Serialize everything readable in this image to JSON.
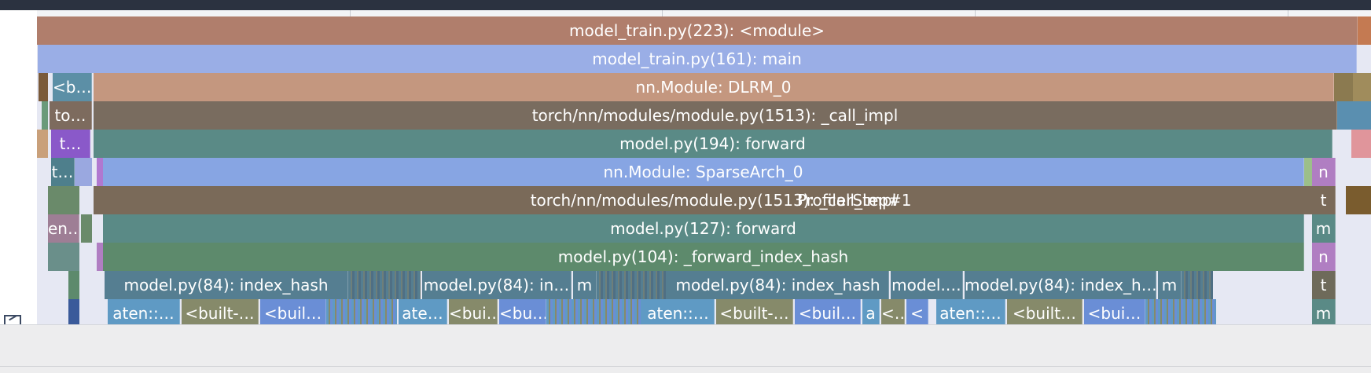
{
  "window": {
    "theme_colors": {
      "topbar": "#2b3240",
      "panel": "#ededee",
      "background": "#e6e8f3"
    }
  },
  "flamegraph": {
    "rows": [
      {
        "depth": 0,
        "frames": [
          {
            "label": "model_train.py(223): <module>",
            "color": "#b07e6c"
          }
        ]
      },
      {
        "depth": 1,
        "frames": [
          {
            "label": "model_train.py(161): main",
            "color": "#9aaee6"
          }
        ]
      },
      {
        "depth": 2,
        "frames": [
          {
            "label": "<b…",
            "color": "#5c8fa6"
          },
          {
            "label": "nn.Module: DLRM_0",
            "color": "#c4977f"
          }
        ]
      },
      {
        "depth": 3,
        "frames": [
          {
            "label": "to…",
            "color": "#7d6b5e"
          },
          {
            "label": "torch/nn/modules/module.py(1513): _call_impl",
            "color": "#796c5f"
          }
        ]
      },
      {
        "depth": 4,
        "frames": [
          {
            "label": "t…",
            "color": "#8a59c9"
          },
          {
            "label": "model.py(194): forward",
            "color": "#5a8a86"
          }
        ]
      },
      {
        "depth": 5,
        "frames": [
          {
            "label": "t…",
            "color": "#4e7f8c"
          },
          {
            "label": "nn.Module: SparseArch_0",
            "color": "#87a5e3"
          },
          {
            "label": "n",
            "color": "#b07ec2"
          }
        ]
      },
      {
        "depth": 6,
        "frames": [
          {
            "label": "torch/nn/modules/module.py(1513): _call_impl",
            "color": "#7a6a59"
          },
          {
            "label": "t",
            "color": "#7a6a59"
          }
        ],
        "overlay": "ProfilerStep#1"
      },
      {
        "depth": 7,
        "frames": [
          {
            "label": "en…",
            "color": "#9e7e95"
          },
          {
            "label": "model.py(127): forward",
            "color": "#5a8a86"
          },
          {
            "label": "m",
            "color": "#5a8a86"
          }
        ]
      },
      {
        "depth": 8,
        "frames": [
          {
            "label": "model.py(104): _forward_index_hash",
            "color": "#5d8a6c"
          },
          {
            "label": "n",
            "color": "#b07ec2"
          }
        ]
      },
      {
        "depth": 9,
        "frames": [
          {
            "label": "model.py(84): index_hash",
            "color": "#557e91"
          },
          {
            "label": "model.py(84): in…",
            "color": "#557e91"
          },
          {
            "label": "m",
            "color": "#557e91"
          },
          {
            "label": "model.py(84): index_hash",
            "color": "#557e91"
          },
          {
            "label": "model.…",
            "color": "#557e91"
          },
          {
            "label": "model.py(84): index_h…",
            "color": "#557e91"
          },
          {
            "label": "m",
            "color": "#557e91"
          },
          {
            "label": "t",
            "color": "#6e6a5a"
          }
        ]
      },
      {
        "depth": 10,
        "frames": [
          {
            "label": "aten::…",
            "color": "#5f9ac4"
          },
          {
            "label": "<built-…",
            "color": "#868a6a"
          },
          {
            "label": "<buil…",
            "color": "#6a8ed6"
          },
          {
            "label": "ate…",
            "color": "#5f9ac4"
          },
          {
            "label": "<bui…",
            "color": "#868a6a"
          },
          {
            "label": "<bu…",
            "color": "#6a8ed6"
          },
          {
            "label": "aten::…",
            "color": "#5f9ac4"
          },
          {
            "label": "<built-…",
            "color": "#868a6a"
          },
          {
            "label": "<buil…",
            "color": "#6a8ed6"
          },
          {
            "label": "a",
            "color": "#5f9ac4"
          },
          {
            "label": "<…",
            "color": "#868a6a"
          },
          {
            "label": "<",
            "color": "#6a8ed6"
          },
          {
            "label": "aten::…",
            "color": "#5f9ac4"
          },
          {
            "label": "<built…",
            "color": "#868a6a"
          },
          {
            "label": "<bui…",
            "color": "#6a8ed6"
          },
          {
            "label": "m",
            "color": "#5a8a86"
          }
        ]
      }
    ]
  }
}
